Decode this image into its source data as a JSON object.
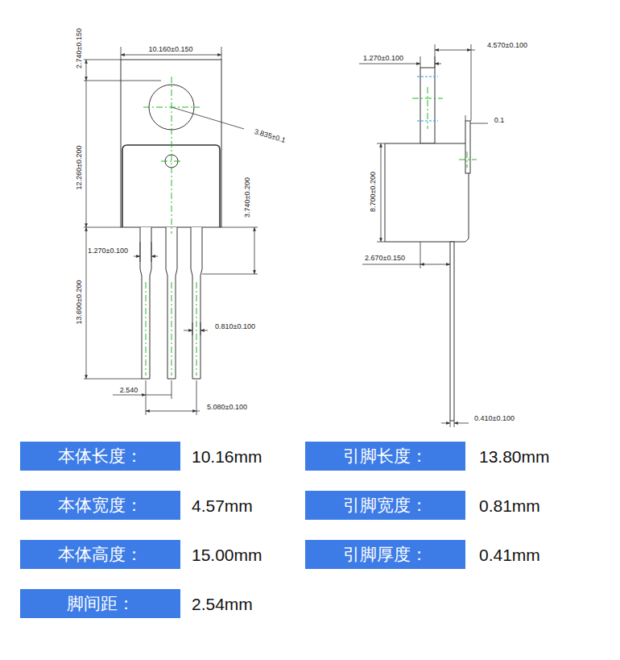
{
  "diagram": {
    "nodes": [
      {
        "text": [
          "本体长度："
        ]
      },
      {
        "text": [
          "引脚长度："
        ]
      },
      {
        "text": [
          "本体宽度："
        ]
      },
      {
        "text": [
          "引脚宽度："
        ]
      },
      {
        "text": [
          "本体高度："
        ]
      },
      {
        "text": [
          "引脚厚度："
        ]
      },
      {
        "text": [
          "脚间距："
        ]
      }
    ],
    "labels": [
      "2.740±0.150",
      "10.160±0.150",
      "3.835±0.1",
      "12.260±0.200",
      "3.740±0.200",
      "1.270±0.100",
      "13.600±0.200",
      "0.810±0.100",
      "2.540",
      "5.080±0.100",
      "1.270±0.100",
      "4.570±0.100",
      "0.1",
      "8.700±0.200",
      "2.670±0.150",
      "0.410±0.100",
      "10.16mm",
      "13.80mm",
      "4.57mm",
      "0.81mm",
      "15.00mm",
      "0.41mm",
      "2.54mm"
    ]
  }
}
